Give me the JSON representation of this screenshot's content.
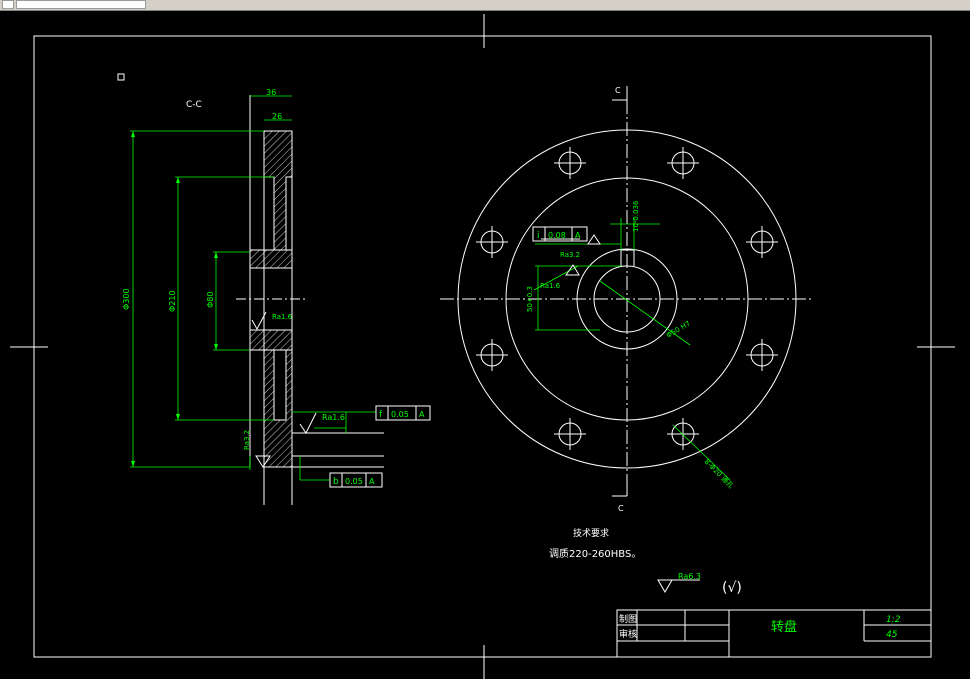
{
  "section": {
    "title": "C-C",
    "marker_top": "C",
    "marker_bottom": "C"
  },
  "dims": {
    "w36": "36",
    "w26": "26",
    "d300": "Φ300",
    "d210": "Φ210",
    "d80": "Φ80",
    "ra16_left": "Ra1.6",
    "ra16_mid": "Ra1.6",
    "ra32_left": "Ra3.2",
    "ra16_front": "Ra1.6",
    "ra32_front": "Ra3.2",
    "key_width": "10-0.036",
    "key_depth": "50+0.3",
    "bore": "Φ50 H7",
    "holes": "8-Φ20 通孔"
  },
  "tolerances": {
    "f": {
      "sym": "f",
      "val": "0.05",
      "datum": "A"
    },
    "b": {
      "sym": "b",
      "val": "0.05",
      "datum": "A"
    },
    "i": {
      "sym": "i",
      "val": "0.08",
      "datum": "A"
    }
  },
  "notes": {
    "heading": "技术要求",
    "line1": "调质220-260HBS。",
    "rough_default": "Ra6.3",
    "rough_other": "(√)"
  },
  "title_block": {
    "label_drawn": "制图",
    "label_checked": "审核",
    "part_name": "转盘",
    "scale": "1:2",
    "number": "45"
  }
}
